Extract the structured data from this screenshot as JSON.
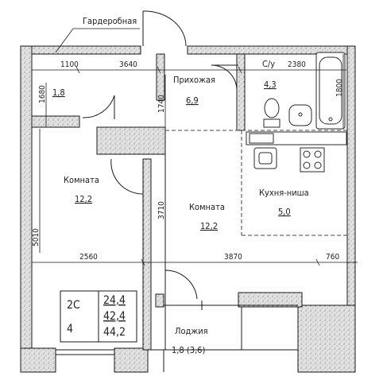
{
  "callout": {
    "wardrobe": "Гардеробная"
  },
  "rooms": {
    "wardrobe_area": "1,8",
    "hall_name": "Прихожая",
    "hall_area": "6,9",
    "bath_name": "С/у",
    "bath_area": "4,3",
    "room1_name": "Комната",
    "room1_area": "12,2",
    "room2_name": "Комната",
    "room2_area": "12,2",
    "kitchen_name": "Кухня-ниша",
    "kitchen_area": "5,0",
    "loggia_name": "Лоджия",
    "loggia_area": "1,8 (3,6)"
  },
  "dimensions": {
    "top_1100": "1100",
    "top_3640": "3640",
    "top_2380": "2380",
    "left_1680": "1680",
    "mid_1740": "1740",
    "right_1800": "1800",
    "mid_3710": "3710",
    "left_5010": "5010",
    "bottom_2560": "2560",
    "bottom_3870": "3870",
    "bottom_760": "760"
  },
  "summary": {
    "type": "2С",
    "floor": "4",
    "living_area": "24,4",
    "total_area": "42,4",
    "total_with_loggia": "44,2"
  },
  "colors": {
    "wall": "#d8d8d8",
    "line": "#1a1a1a",
    "fixture": "#2a2a2a"
  }
}
